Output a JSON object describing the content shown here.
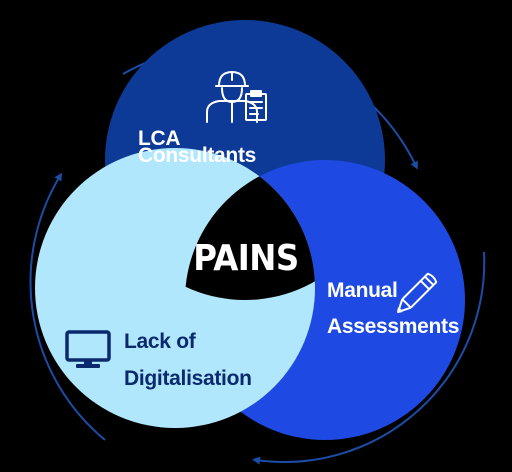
{
  "diagram": {
    "center_label": "PAINS",
    "circles": [
      {
        "id": "consultants",
        "lines": [
          "LCA",
          "Consultants"
        ],
        "icon": "construction-worker-clipboard-icon",
        "fill": "#0c3a96",
        "text_color": "#ffffff"
      },
      {
        "id": "manual",
        "lines": [
          "Manual",
          "Assessments"
        ],
        "icon": "pencil-icon",
        "fill": "#1e4ae3",
        "text_color": "#ffffff"
      },
      {
        "id": "digital",
        "lines": [
          "Lack of",
          "Digitalisation"
        ],
        "icon": "monitor-icon",
        "fill": "#b1e7fd",
        "text_color": "#0b2a6e"
      }
    ],
    "center_fill": "#000000",
    "arrow_color": "#1c4da6"
  }
}
